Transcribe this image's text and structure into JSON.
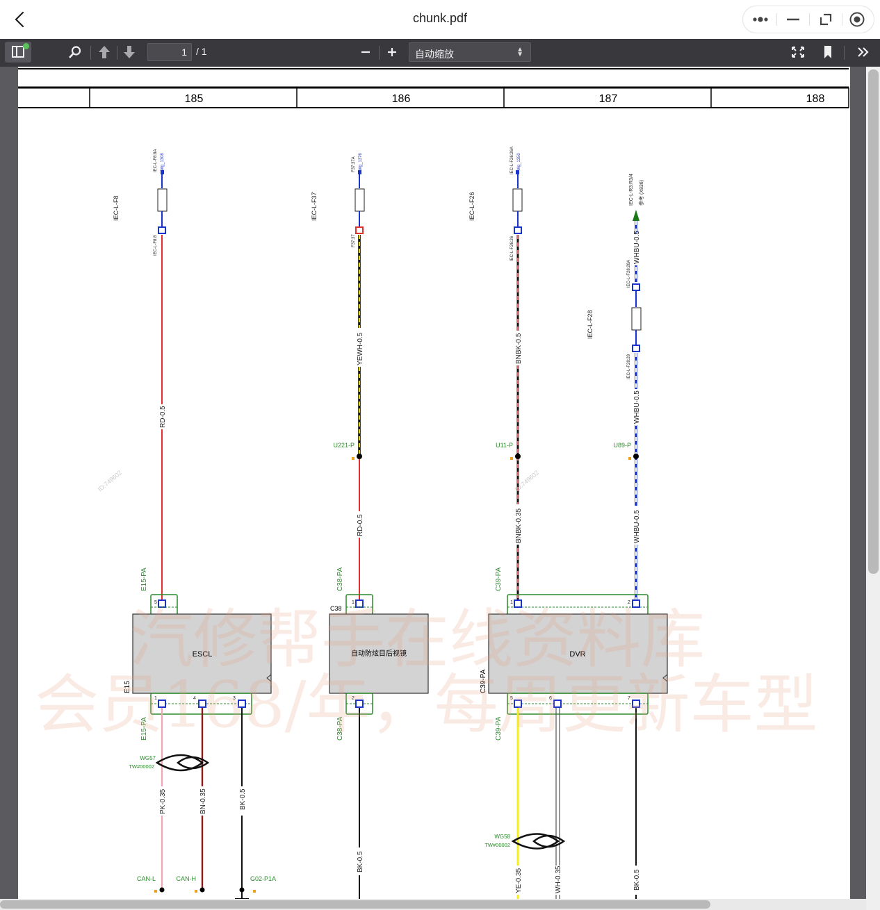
{
  "window": {
    "title": "chunk.pdf"
  },
  "toolbar": {
    "page_current": "1",
    "page_total": "/ 1",
    "zoom_label": "自动缩放"
  },
  "colors": {
    "wire_red": "#e23030",
    "wire_green": "#2a8a2a",
    "pin_blue": "#1a33cc",
    "toolbar_bg": "#38383d"
  },
  "icons": [
    "back-arrow-icon",
    "more-icon",
    "minimize-icon",
    "restore-icon",
    "record-icon",
    "sidebar-icon",
    "search-icon",
    "prev-page-icon",
    "next-page-icon",
    "zoom-out-icon",
    "zoom-in-icon",
    "fullscreen-icon",
    "bookmark-icon",
    "more-tools-icon"
  ],
  "diagram": {
    "columns": [
      "185",
      "186",
      "187",
      "188"
    ],
    "fuses": {
      "f8": {
        "label": "IEC-L-F8",
        "top": "IEC-L-F8:8A",
        "top2": "Wg_1308",
        "bottom": "IEC-L-F8:8"
      },
      "f37": {
        "label": "IEC-L-F37",
        "top": "F37:37A",
        "top2": "Wg_1376",
        "bottom": "F37:37"
      },
      "f26": {
        "label": "IEC-L-F26",
        "top": "IEC-L-F26:26A",
        "top2": "Wg_1350",
        "bottom": "IEC-L-F26:26"
      },
      "f28": {
        "label": "IEC-L-F28",
        "top": "IEC-L-F28:28A",
        "bottom": "IEC-L-F28:28",
        "arrow_label": "IEC-L-R3:R3/4",
        "arrow_label2": "参考 (X836)"
      }
    },
    "wires": {
      "rd05": "RD-0.5",
      "yewh05": "YEWH-0.5",
      "rd05b": "RD-0.5",
      "bnbk05": "BNBK-0.5",
      "bnbk035": "BNBK-0.35",
      "whbu05a": "WHBU-0.5",
      "whbu05b": "WHBU-0.5",
      "whbu05c": "WHBU-0.5",
      "pk035": "PK-0.35",
      "bn035": "BN-0.35",
      "bk05a": "BK-0.5",
      "bk05b": "BK-0.5",
      "ye035": "YE-0.35",
      "wh035": "WH-0.35",
      "bk05c": "BK-0.5"
    },
    "splices": {
      "u221": "U221-P",
      "u11": "U11-P",
      "u89": "U89-P"
    },
    "connectors": {
      "e15_top": "E15-PA",
      "e15_bot": "E15-PA",
      "e15_side": "E15",
      "c38_top": "C38-PA",
      "c38_bot": "C38-PA",
      "c38_side": "C38",
      "c39_top": "C39-PA",
      "c39_bot": "C39-PA",
      "c39_side": "C39-PA"
    },
    "modules": {
      "escl": "ESCL",
      "mirror": "自动防炫目后视镜",
      "dvr": "DVR"
    },
    "twists": {
      "wg57": "WG57",
      "wg57b": "TW#00002",
      "wg58": "WG58",
      "wg58b": "TW#00002"
    },
    "grounds": {
      "can_l": "CAN-L",
      "can_h": "CAN-H",
      "g02": "G02-P1A"
    },
    "small_marks": {
      "id_a": "ID:749602",
      "id_b": "ID:749602",
      "pin_a1": "5",
      "pin_a2": "1",
      "pin_a3": "4",
      "pin_a4": "3",
      "pin_b1": "1",
      "pin_b2": "2",
      "pin_c1": "1",
      "pin_c2": "2",
      "pin_c3": "5",
      "pin_c4": "6",
      "pin_c5": "7"
    },
    "watermark": {
      "line1": "汽修帮手在线资料库",
      "line2": "会员168/年，每周更新车型"
    }
  }
}
